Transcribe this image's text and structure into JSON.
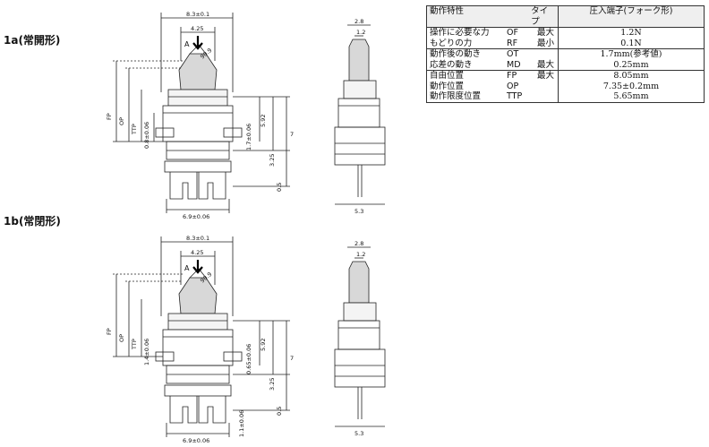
{
  "sections": {
    "a_label": "1a(常開形)",
    "b_label": "1b(常閉形)"
  },
  "dims": {
    "width_total": "8.3±0.1",
    "width_mid": "4.25",
    "arrow_A": "A",
    "angle": "90.9",
    "FP": "FP",
    "OP": "OP",
    "TTP": "TTP",
    "a_left_small": "0.8±0.06",
    "a_right_1": "1.7±0.06",
    "dim_592": "5.92",
    "dim_7": "7",
    "dim_325": "3.25",
    "dim_05": "0.5",
    "bottom_width": "6.9±0.06",
    "side_top": "2.8",
    "side_pin": "1.2",
    "side_bottom": "5.3",
    "b_left_small": "1.4±0.06",
    "b_right_small": "0.65±0.06",
    "b_bottom_small": "1.1±0.06"
  },
  "spec_table": {
    "header": {
      "col1": "動作特性",
      "col2": "タイプ",
      "col3": "圧入端子(フォーク形)"
    },
    "groups": [
      {
        "rows": [
          {
            "name": "操作に必要な力",
            "code": "OF",
            "unit": "最大",
            "value": "1.2N"
          },
          {
            "name": "もどりの力",
            "code": "RF",
            "unit": "最小",
            "value": "0.1N"
          }
        ]
      },
      {
        "rows": [
          {
            "name": "動作後の動き",
            "code": "OT",
            "unit": "",
            "value": "1.7mm(参考値)"
          },
          {
            "name": "応差の動き",
            "code": "MD",
            "unit": "最大",
            "value": "0.25mm"
          }
        ]
      },
      {
        "rows": [
          {
            "name": "自由位置",
            "code": "FP",
            "unit": "最大",
            "value": "8.05mm"
          },
          {
            "name": "動作位置",
            "code": "OP",
            "unit": "",
            "value": "7.35±0.2mm"
          },
          {
            "name": "動作限度位置",
            "code": "TTP",
            "unit": "",
            "value": "5.65mm"
          }
        ]
      }
    ]
  }
}
